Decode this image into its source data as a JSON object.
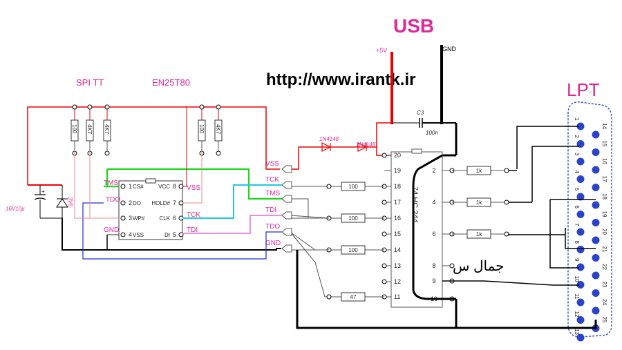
{
  "title_usb": "USB",
  "title_lpt": "LPT",
  "url": "http://www.irantk.ir",
  "author": "جمال س",
  "label_spi": "SPI TT",
  "label_chip": "EN25T80",
  "usb_5v": "+5V",
  "usb_gnd": "GND",
  "cap_name": "C3",
  "cap_value": "100n",
  "diode1": "1N4148",
  "diode2": "1N4148",
  "buffer_ic": "74 HC 244",
  "elcap": "16V10µ",
  "zener": "3V6",
  "res_top": [
    "100",
    "4K7",
    "4K7",
    "100",
    "4K7"
  ],
  "res_mid": [
    "100",
    "100",
    "100",
    "47"
  ],
  "res_lpt": [
    "1k",
    "1k",
    "1k"
  ],
  "chip_pins_left": [
    {
      "num": "1",
      "name": "CS#"
    },
    {
      "num": "2",
      "name": "DO"
    },
    {
      "num": "3",
      "name": "WP#"
    },
    {
      "num": "4",
      "name": "VSS"
    }
  ],
  "chip_pins_right": [
    {
      "num": "8",
      "name": "VCC"
    },
    {
      "num": "7",
      "name": "HOLD#"
    },
    {
      "num": "6",
      "name": "CLK"
    },
    {
      "num": "5",
      "name": "DI"
    }
  ],
  "sig_left": {
    "tms": "TMS",
    "tdo": "TDO",
    "gnd": "GND"
  },
  "sig_right": {
    "vss": "VSS",
    "tck": "TCK",
    "tdi": "TDI"
  },
  "ports": [
    "VSS",
    "TCK",
    "TMS",
    "TDI",
    "TDO",
    "GND"
  ],
  "ic_left_pins": [
    "20",
    "18",
    "17",
    "16",
    "15",
    "14",
    "13",
    "12",
    "11"
  ],
  "ic_right_pins": [
    "2",
    "4",
    "6",
    "8",
    "9",
    "10"
  ],
  "ic_pin19": "19",
  "lpt_pins_left": [
    "1",
    "2",
    "3",
    "4",
    "5",
    "6",
    "7",
    "8",
    "9",
    "10",
    "11",
    "12",
    "13"
  ],
  "lpt_pins_right": [
    "14",
    "15",
    "16",
    "17",
    "18",
    "19",
    "20",
    "21",
    "22",
    "23",
    "24",
    "25"
  ]
}
